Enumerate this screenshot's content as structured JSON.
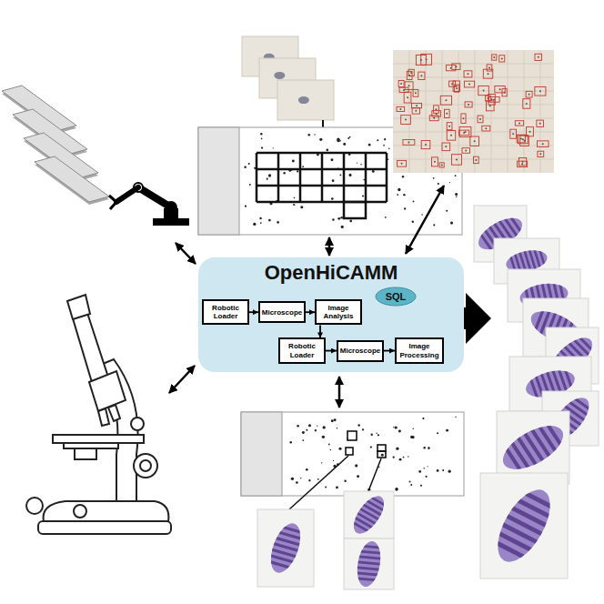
{
  "diagram": {
    "nodes": [
      {
        "text": [
          "OpenHiCAMM"
        ]
      },
      {
        "text": [
          "Robotic Loader"
        ],
        "in": 0
      },
      {
        "text": [
          "Microscope"
        ],
        "in": 0
      },
      {
        "text": [
          "Image Analysis"
        ],
        "in": 0
      },
      {
        "text": [
          "SQL"
        ],
        "in": 0
      },
      {
        "text": [
          "Robotic Loader"
        ],
        "in": 0
      },
      {
        "text": [
          "Microscope"
        ],
        "in": 0
      },
      {
        "text": [
          "Image Processing"
        ],
        "in": 0
      }
    ],
    "edges": [
      {
        "from": 1,
        "to": 2,
        "arrow": "to"
      },
      {
        "from": 2,
        "to": 3,
        "arrow": "to"
      },
      {
        "from": 3,
        "to": 5,
        "arrow": "to"
      },
      {
        "from": 5,
        "to": 6,
        "arrow": "to"
      },
      {
        "from": 6,
        "to": 7,
        "arrow": "to"
      }
    ]
  }
}
